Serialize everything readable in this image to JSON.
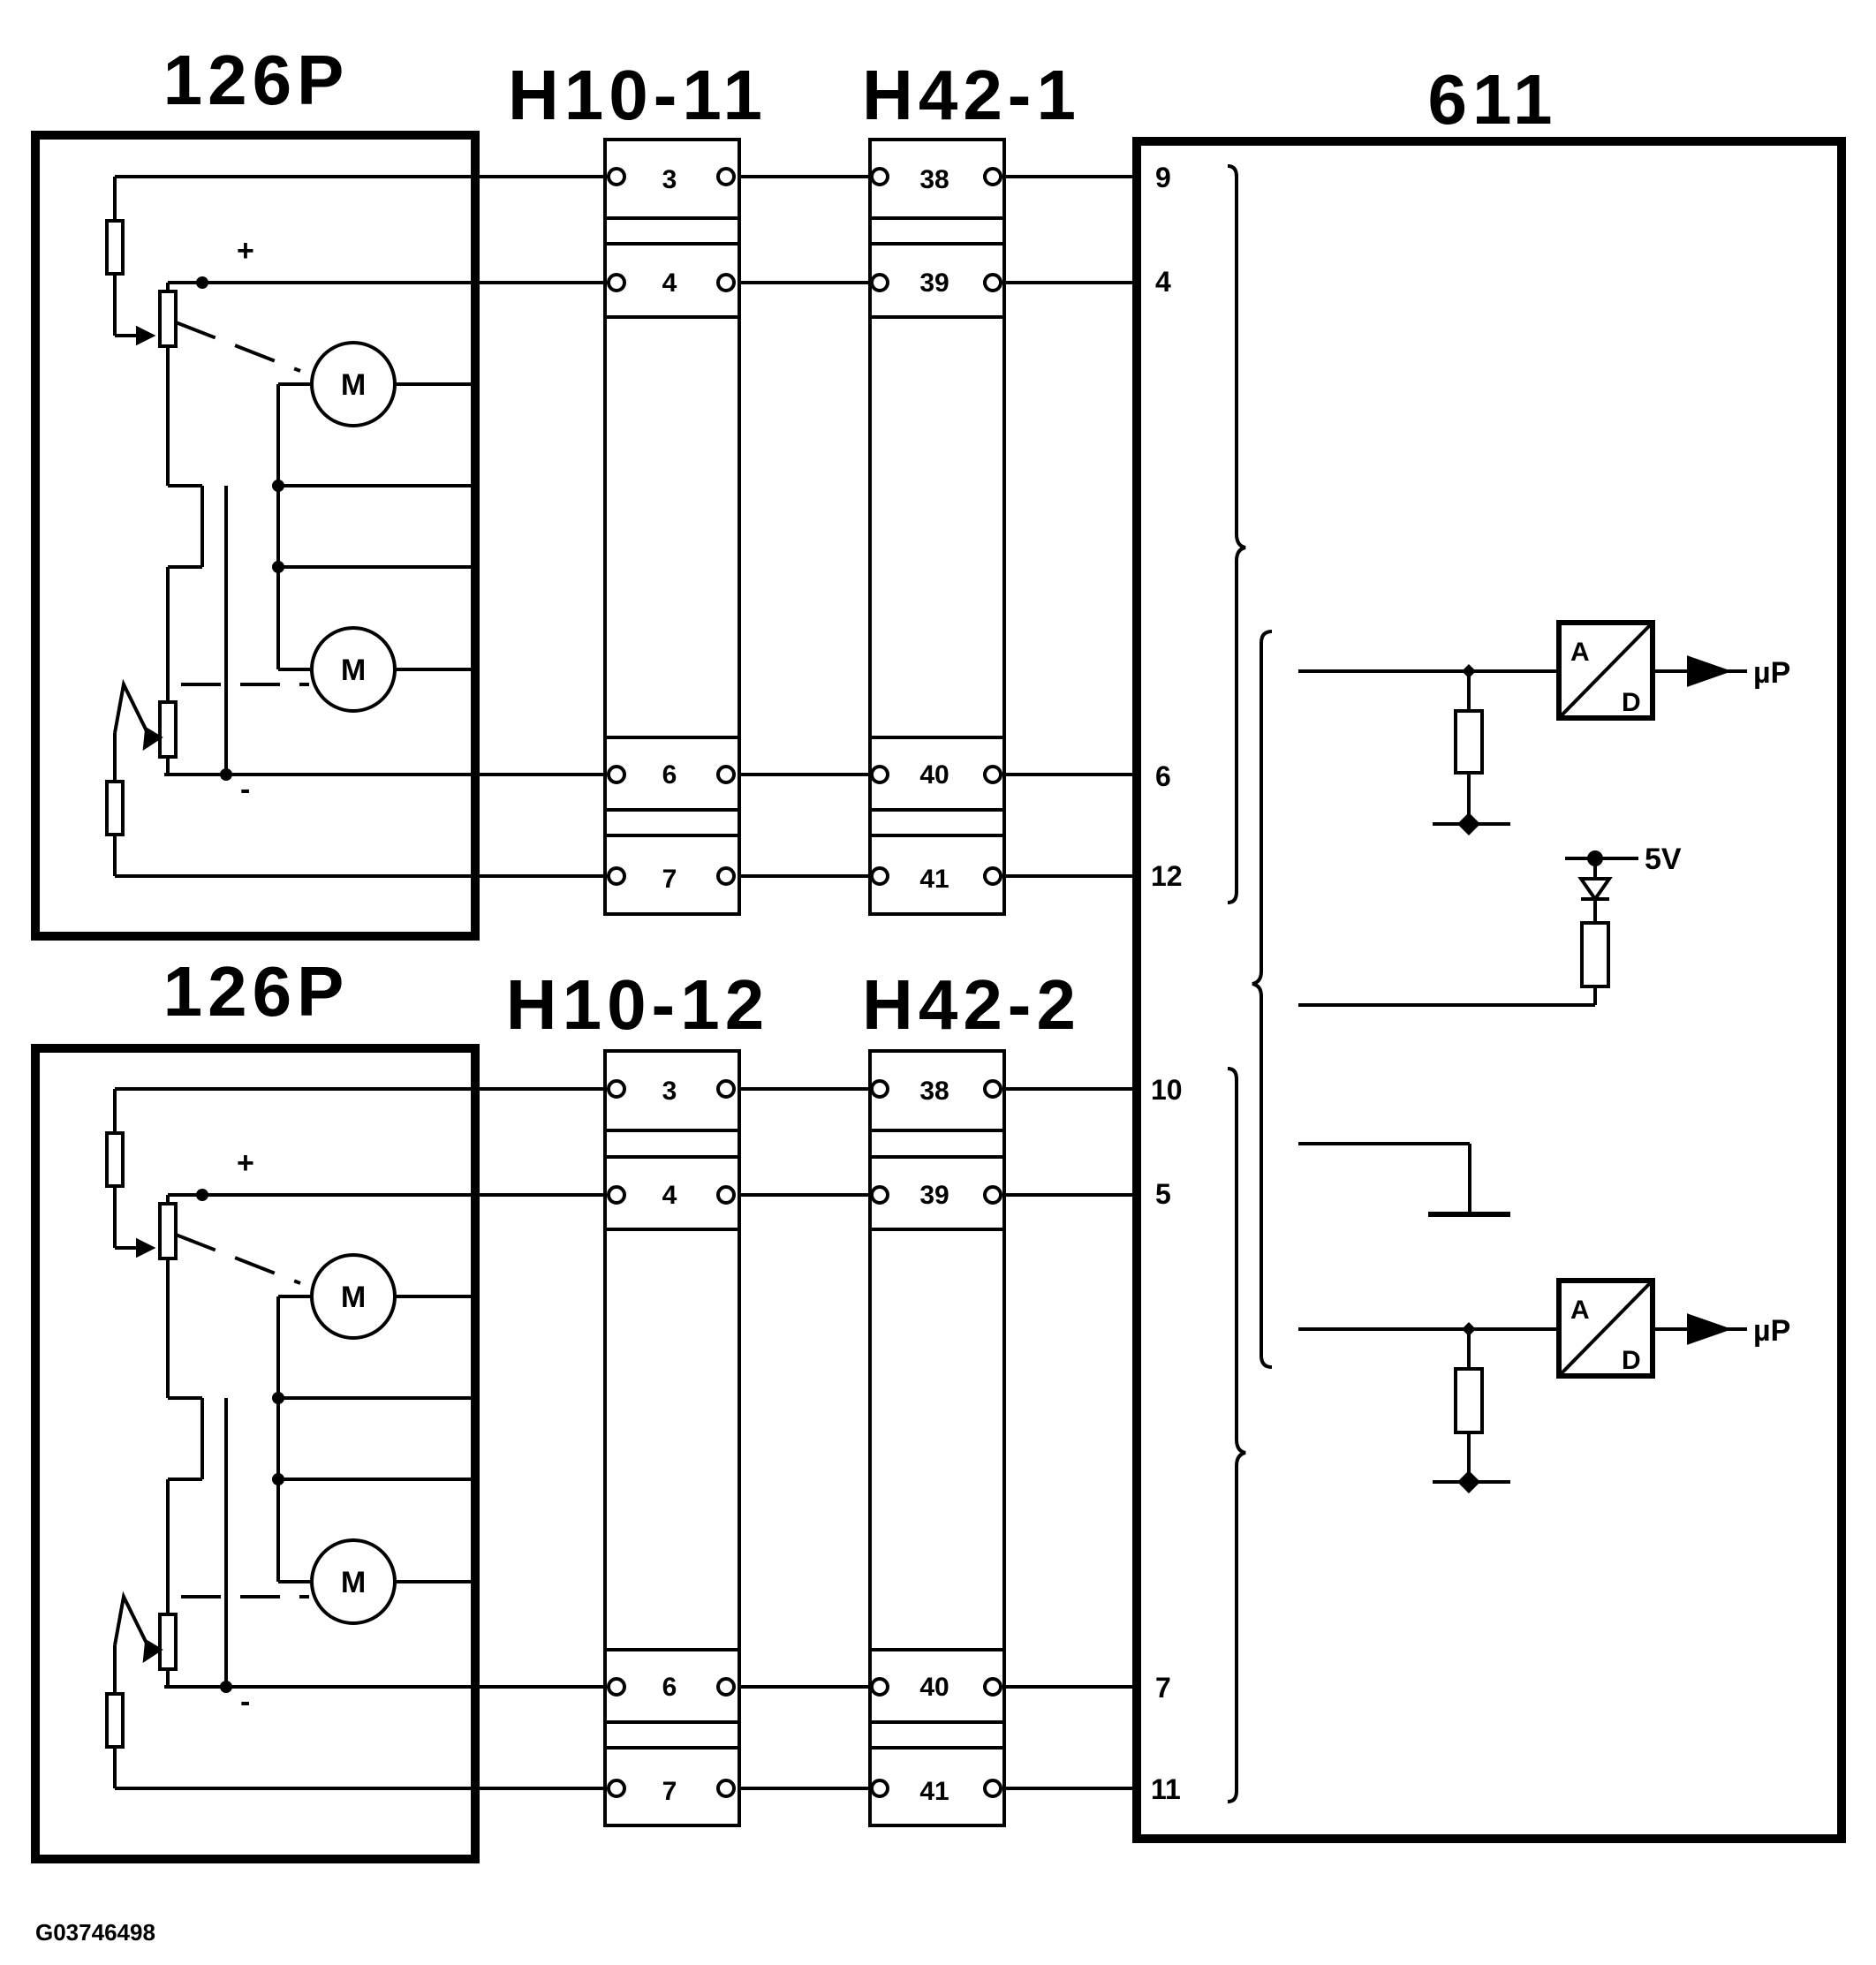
{
  "titles": {
    "actuator_top": "126P",
    "actuator_bottom": "126P",
    "connector_top_1": "H10-11",
    "connector_top_2": "H42-1",
    "connector_bottom_1": "H10-12",
    "connector_bottom_2": "H42-2",
    "ecu": "611"
  },
  "connector_a_pins": [
    "3",
    "4",
    "6",
    "7"
  ],
  "connector_b_pins": [
    "38",
    "39",
    "40",
    "41"
  ],
  "ecu_pins_top": [
    "9",
    "4",
    "6",
    "12"
  ],
  "ecu_pins_bottom": [
    "10",
    "5",
    "7",
    "11"
  ],
  "labels": {
    "plus": "+",
    "minus": "-",
    "motor": "M",
    "ad_a": "A",
    "ad_d": "D",
    "micro": "µP",
    "supply": "5V"
  },
  "caption": "G03746498"
}
